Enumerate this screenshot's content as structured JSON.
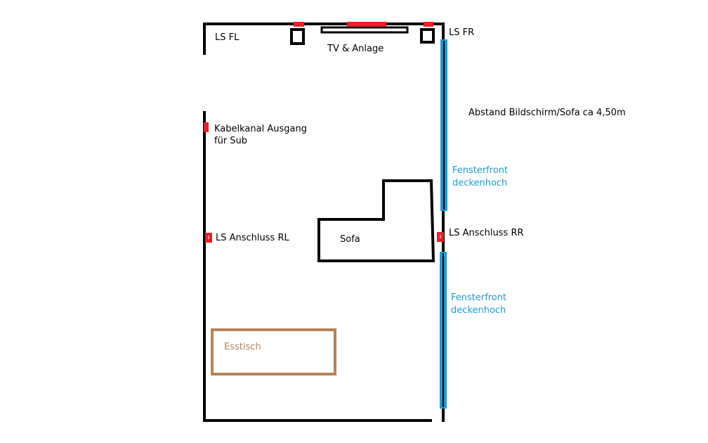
{
  "colors": {
    "wall": "#000000",
    "speaker_connection": "#e8202a",
    "window_front": "#1e9bd7",
    "dining_table": "#b5835a",
    "background": "#ffffff"
  },
  "labels": {
    "ls_fl": "LS FL",
    "ls_fr": "LS FR",
    "tv": "TV & Anlage",
    "distance": "Abstand Bildschirm/Sofa ca 4,50m",
    "cable_line1": "Kabelkanal Ausgang",
    "cable_line2": "für Sub",
    "window_upper_line1": "Fensterfront",
    "window_upper_line2": "deckenhoch",
    "ls_rr": "LS Anschluss RR",
    "ls_rl": "LS Anschluss RL",
    "sofa": "Sofa",
    "window_lower_line1": "Fensterfront",
    "window_lower_line2": "deckenhoch",
    "table": "Esstisch"
  }
}
